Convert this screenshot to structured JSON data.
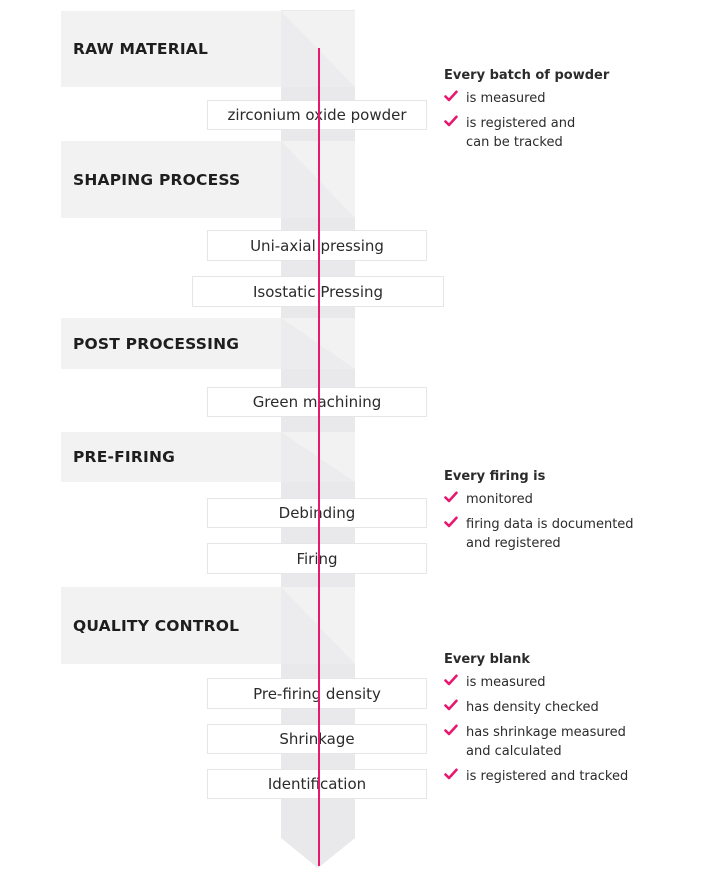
{
  "colors": {
    "accent": "#e8186f",
    "band": "#f2f2f3",
    "spine": "#e6e6e8"
  },
  "stages": [
    {
      "label": "RAW MATERIAL"
    },
    {
      "label": "SHAPING PROCESS"
    },
    {
      "label": "POST PROCESSING"
    },
    {
      "label": "PRE-FIRING"
    },
    {
      "label": "QUALITY CONTROL"
    }
  ],
  "steps": [
    {
      "label": "zirconium oxide powder"
    },
    {
      "label": "Uni-axial pressing"
    },
    {
      "label": "Isostatic Pressing"
    },
    {
      "label": "Green machining"
    },
    {
      "label": "Debinding"
    },
    {
      "label": "Firing"
    },
    {
      "label": "Pre-firing density"
    },
    {
      "label": "Shrinkage"
    },
    {
      "label": "Identification"
    }
  ],
  "notes": [
    {
      "title": "Every batch of powder",
      "items": [
        "is measured",
        "is registered and can be tracked"
      ]
    },
    {
      "title": "Every firing is",
      "items": [
        "monitored",
        "firing data is documented and registered"
      ]
    },
    {
      "title": "Every blank",
      "items": [
        "is measured",
        "has density checked",
        "has shrinkage measured and calculated",
        "is registered and tracked"
      ]
    }
  ],
  "icons": {
    "check": "check-icon"
  }
}
